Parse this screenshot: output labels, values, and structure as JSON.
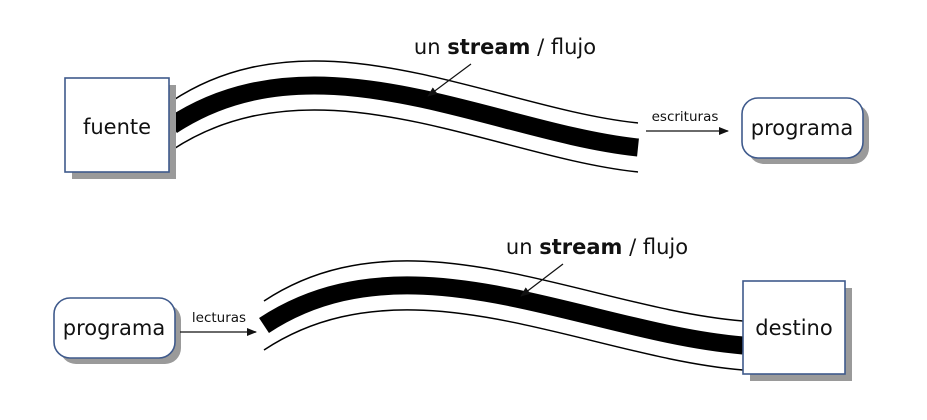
{
  "top": {
    "source_label": "fuente",
    "stream_prefix": "un ",
    "stream_bold": "stream",
    "stream_suffix": " / flujo",
    "arrow_label": "escrituras",
    "target_label": "programa"
  },
  "bottom": {
    "source_label": "programa",
    "arrow_label": "lecturas",
    "stream_prefix": "un ",
    "stream_bold": "stream",
    "stream_suffix": " / flujo",
    "target_label": "destino"
  },
  "colors": {
    "box_border": "#3f5a8c",
    "shadow": "#9a9a9a",
    "stream": "#000000"
  }
}
